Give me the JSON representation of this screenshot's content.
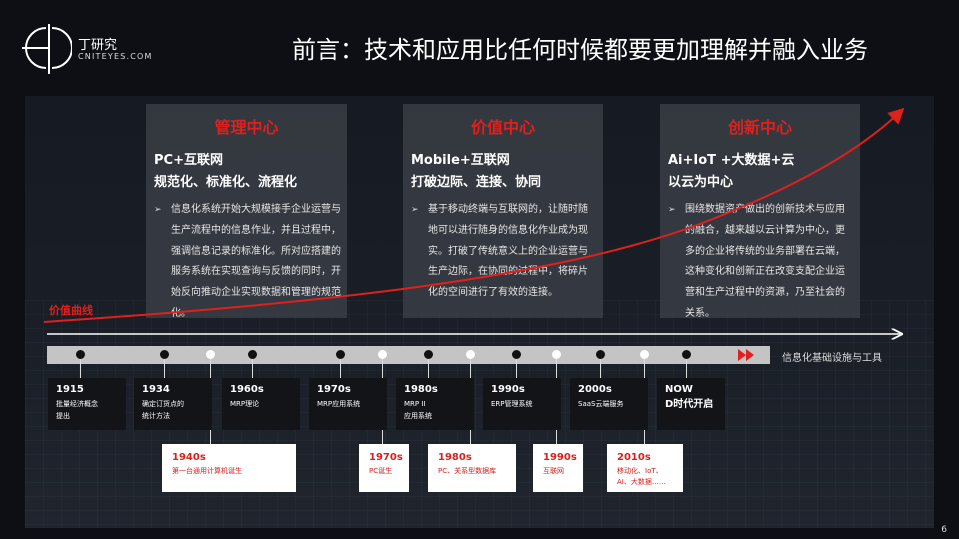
{
  "logo": {
    "cn": "丁研究",
    "en": "CNITEYES.COM"
  },
  "title": "前言：技术和应用比任何时候都要更加理解并融入业务",
  "cards": [
    {
      "heading": "管理中心",
      "line1": "PC+互联网",
      "line2": "规范化、标准化、流程化",
      "body": "信息化系统开始大规模接手企业运营与生产流程中的信息作业，并且过程中，强调信息记录的标准化。所对应搭建的服务系统在实现查询与反馈的同时，开始反向推动企业实现数据和管理的规范化。"
    },
    {
      "heading": "价值中心",
      "line1": "Mobile+互联网",
      "line2": "打破边际、连接、协同",
      "body": "基于移动终端与互联网的，让随时随地可以进行随身的信息化作业成为现实。打破了传统意义上的企业运营与生产边际，在协同的过程中，将碎片化的空间进行了有效的连接。"
    },
    {
      "heading": "创新中心",
      "line1": "Ai+IoT +大数据+云",
      "line2": "以云为中心",
      "body": "围绕数据资产做出的创新技术与应用的融合，越来越以云计算为中心，更多的企业将传统的业务部署在云端，这种变化和创新正在改变支配企业运营和生产过程中的资源，乃至社会的关系。"
    }
  ],
  "bullet": "➢",
  "value_curve_label": "价值曲线",
  "axis_label": "信息化基础设施与工具",
  "upper_milestones": [
    {
      "year": "1915",
      "desc": "批量经济概念\n提出"
    },
    {
      "year": "1934",
      "desc": "确定订货点的\n统计方法"
    },
    {
      "year": "1960s",
      "desc": "MRP理论"
    },
    {
      "year": "1970s",
      "desc": "MRP应用系统"
    },
    {
      "year": "1980s",
      "desc": "MRP II\n应用系统"
    },
    {
      "year": "1990s",
      "desc": "ERP管理系统"
    },
    {
      "year": "2000s",
      "desc": "SaaS云端服务"
    },
    {
      "year": "NOW",
      "desc": "D时代开启"
    }
  ],
  "lower_milestones": [
    {
      "year": "1940s",
      "desc": "第一台通用计算机诞生"
    },
    {
      "year": "1970s",
      "desc": "PC诞生"
    },
    {
      "year": "1980s",
      "desc": "PC、关系型数据库"
    },
    {
      "year": "1990s",
      "desc": "互联网"
    },
    {
      "year": "2010s",
      "desc": "移动化、IoT、\nAI、大数据……"
    }
  ],
  "page_number": "6",
  "colors": {
    "accent_red": "#e0201c",
    "background": "#0d0f14",
    "card": "#3c4048"
  }
}
